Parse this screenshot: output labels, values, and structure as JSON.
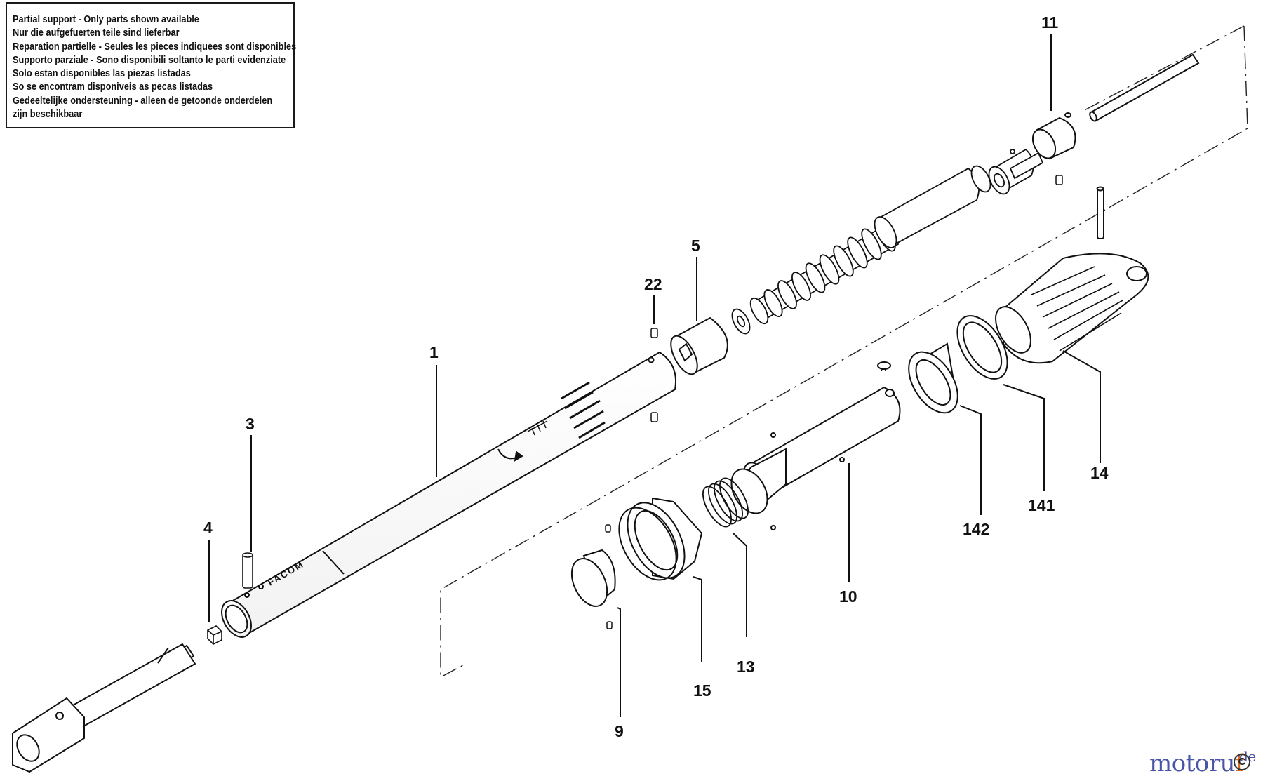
{
  "notice": {
    "lines": [
      "Partial support - Only parts shown available",
      "Nur die aufgefuerten teile sind lieferbar",
      "Reparation partielle - Seules les pieces indiquees sont disponibles",
      "Supporto parziale - Sono disponibili soltanto le parti evidenziate",
      "Solo estan disponibles las piezas listadas",
      "So se encontram disponiveis as pecas listadas",
      "Gedeeltelijke ondersteuning - alleen de getoonde onderdelen",
      "zijn beschikbaar"
    ]
  },
  "callouts": {
    "p1": "1",
    "p3": "3",
    "p4": "4",
    "p5": "5",
    "p22": "22",
    "p11": "11",
    "p14": "14",
    "p141": "141",
    "p142": "142",
    "p10": "10",
    "p13": "13",
    "p15": "15",
    "p9": "9"
  },
  "tube_marking": "FACOM",
  "watermark": {
    "part_a": "motoru",
    "part_b": "f",
    "part_c": "de",
    "circle": "C"
  }
}
